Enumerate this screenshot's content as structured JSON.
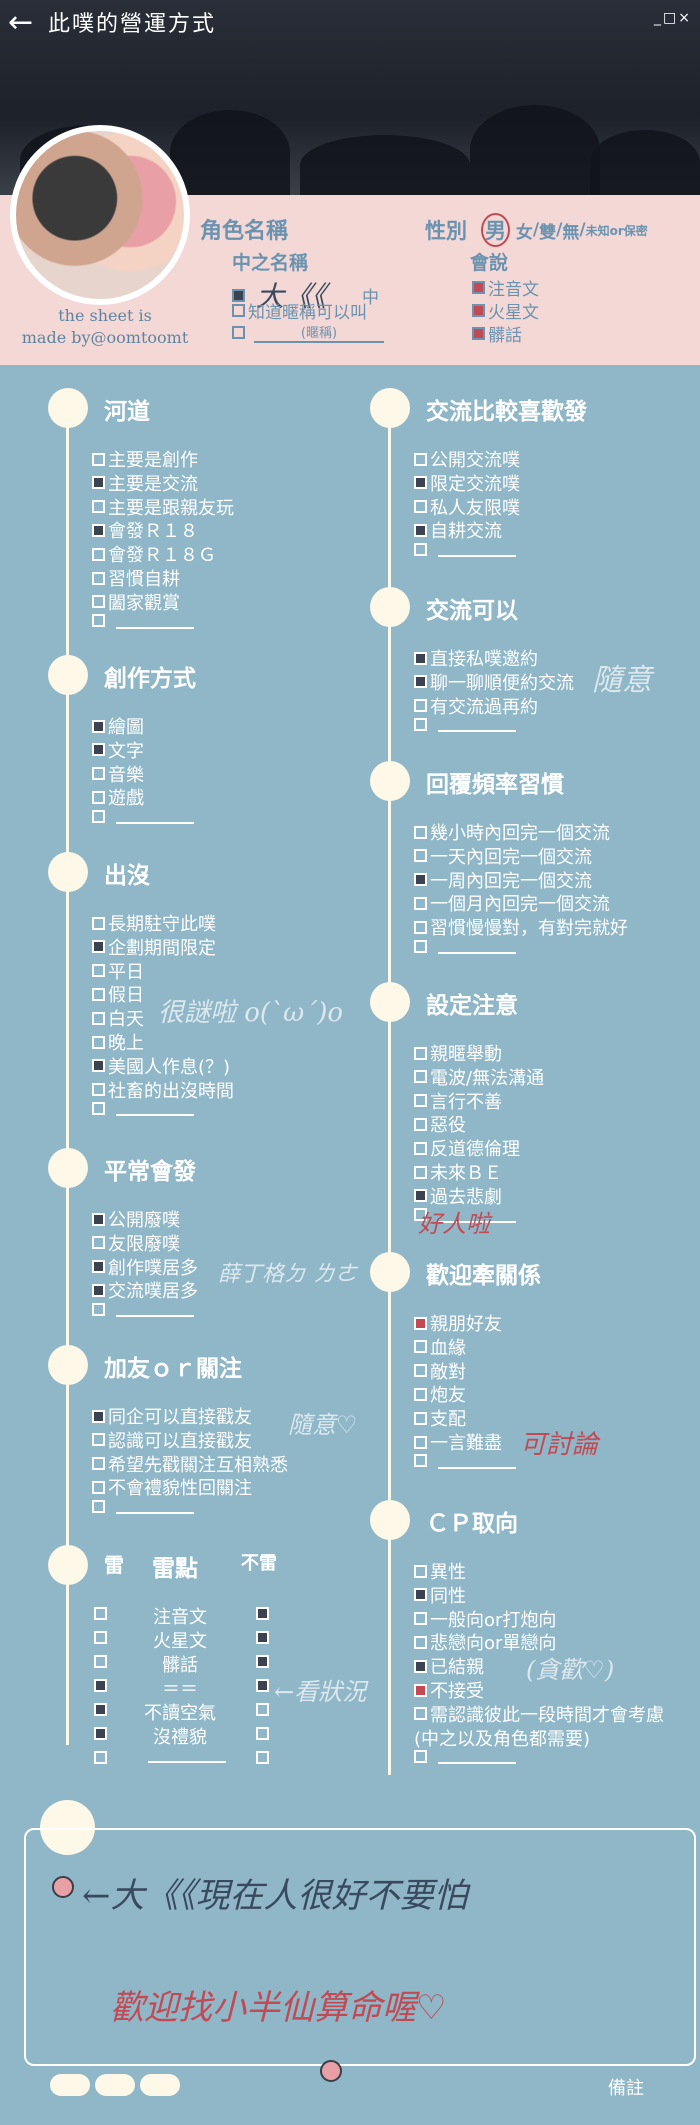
{
  "header": {
    "title": "此噗的營運方式",
    "window_controls": "_□×"
  },
  "profile": {
    "credit": [
      "the sheet is",
      "made by@oomtoomt"
    ],
    "role_name_label": "角色名稱",
    "nickname_label": "中之名稱",
    "nickname_handwritten": "大《《",
    "nickname_mid": "中",
    "nickname_option2": "知道暱稱可以叫",
    "nickname_option3": "(暱稱)",
    "gender_label": "性別",
    "gender_options": [
      "男",
      "女",
      "雙",
      "無"
    ],
    "gender_extra": "未知or保密",
    "speak_label": "會說",
    "speak_options": [
      "注音文",
      "火星文",
      "髒話"
    ]
  },
  "sections": {
    "hedao": {
      "title": "河道",
      "items": [
        {
          "label": "主要是創作",
          "state": "off"
        },
        {
          "label": "主要是交流",
          "state": "on"
        },
        {
          "label": "主要是跟親友玩",
          "state": "off"
        },
        {
          "label": "會發Ｒ１８",
          "state": "on"
        },
        {
          "label": "會發Ｒ１８Ｇ",
          "state": "off"
        },
        {
          "label": "習慣自耕",
          "state": "off"
        },
        {
          "label": "闔家觀賞",
          "state": "off"
        }
      ]
    },
    "creation": {
      "title": "創作方式",
      "items": [
        {
          "label": "繪圖",
          "state": "on"
        },
        {
          "label": "文字",
          "state": "on"
        },
        {
          "label": "音樂",
          "state": "off"
        },
        {
          "label": "遊戲",
          "state": "off"
        }
      ]
    },
    "presence": {
      "title": "出沒",
      "items": [
        {
          "label": "長期駐守此噗",
          "state": "off"
        },
        {
          "label": "企劃期間限定",
          "state": "on"
        },
        {
          "label": "平日",
          "state": "off"
        },
        {
          "label": "假日",
          "state": "off"
        },
        {
          "label": "白天",
          "state": "off"
        },
        {
          "label": "晚上",
          "state": "off"
        },
        {
          "label": "美國人作息(？)",
          "state": "on"
        },
        {
          "label": "社畜的出沒時間",
          "state": "off"
        }
      ],
      "note": "很謎啦 o(`ω´)o"
    },
    "usual": {
      "title": "平常會發",
      "items": [
        {
          "label": "公開廢噗",
          "state": "on"
        },
        {
          "label": "友限廢噗",
          "state": "off"
        },
        {
          "label": "創作噗居多",
          "state": "on"
        },
        {
          "label": "交流噗居多",
          "state": "on"
        }
      ],
      "note": "薛丁格ㄉ ㄌㄜ"
    },
    "friend": {
      "title": "加友ｏｒ關注",
      "items": [
        {
          "label": "同企可以直接戳友",
          "state": "on"
        },
        {
          "label": "認識可以直接戳友",
          "state": "off"
        },
        {
          "label": "希望先戳關注互相熟悉",
          "state": "off"
        },
        {
          "label": "不會禮貌性回關注",
          "state": "off"
        }
      ],
      "note": "隨意♡"
    },
    "landmine": {
      "title_left": "雷",
      "title_mid": "雷點",
      "title_right": "不雷",
      "rows": [
        {
          "label": "注音文",
          "left": "off",
          "right": "on"
        },
        {
          "label": "火星文",
          "left": "off",
          "right": "on"
        },
        {
          "label": "髒話",
          "left": "off",
          "right": "on"
        },
        {
          "label": "＝＝",
          "left": "on",
          "right": "on"
        },
        {
          "label": "不讀空氣",
          "left": "on",
          "right": "off"
        },
        {
          "label": "沒禮貌",
          "left": "on",
          "right": "off"
        }
      ],
      "note": "←看狀況"
    },
    "exchange": {
      "title": "交流比較喜歡發",
      "items": [
        {
          "label": "公開交流噗",
          "state": "off"
        },
        {
          "label": "限定交流噗",
          "state": "on"
        },
        {
          "label": "私人友限噗",
          "state": "off"
        },
        {
          "label": "自耕交流",
          "state": "on"
        }
      ]
    },
    "exchange_ok": {
      "title": "交流可以",
      "items": [
        {
          "label": "直接私噗邀約",
          "state": "on"
        },
        {
          "label": "聊一聊順便約交流",
          "state": "on"
        },
        {
          "label": "有交流過再約",
          "state": "off"
        }
      ],
      "note": "隨意"
    },
    "reply": {
      "title": "回覆頻率習慣",
      "items": [
        {
          "label": "幾小時內回完一個交流",
          "state": "off"
        },
        {
          "label": "一天內回完一個交流",
          "state": "off"
        },
        {
          "label": "一周內回完一個交流",
          "state": "on"
        },
        {
          "label": "一個月內回完一個交流",
          "state": "off"
        },
        {
          "label": "習慣慢慢對，有對完就好",
          "state": "off"
        }
      ]
    },
    "setting": {
      "title": "設定注意",
      "items": [
        {
          "label": "親暱舉動",
          "state": "off"
        },
        {
          "label": "電波/無法溝通",
          "state": "off"
        },
        {
          "label": "言行不善",
          "state": "off"
        },
        {
          "label": "惡役",
          "state": "off"
        },
        {
          "label": "反道德倫理",
          "state": "off"
        },
        {
          "label": "未來ＢＥ",
          "state": "off"
        },
        {
          "label": "過去悲劇",
          "state": "on"
        }
      ],
      "note": "好人啦"
    },
    "relation": {
      "title": "歡迎牽關係",
      "items": [
        {
          "label": "親朋好友",
          "state": "red"
        },
        {
          "label": "血緣",
          "state": "off"
        },
        {
          "label": "敵對",
          "state": "off"
        },
        {
          "label": "炮友",
          "state": "off"
        },
        {
          "label": "支配",
          "state": "off"
        },
        {
          "label": "一言難盡",
          "state": "off"
        }
      ],
      "note": "可討論"
    },
    "cp": {
      "title": "ＣＰ取向",
      "items": [
        {
          "label": "異性",
          "state": "off"
        },
        {
          "label": "同性",
          "state": "on"
        },
        {
          "label": "一般向or打炮向",
          "state": "off"
        },
        {
          "label": "悲戀向or單戀向",
          "state": "off"
        },
        {
          "label": "已結親",
          "state": "on"
        },
        {
          "label": "不接受",
          "state": "red"
        },
        {
          "label": "需認識彼此一段時間才會考慮",
          "state": "off"
        }
      ],
      "extra": "(中之以及角色都需要)",
      "note": "(貪歡♡)"
    }
  },
  "memo": {
    "line1": "←大《《現在人很好不要怕",
    "line2": "歡迎找小半仙算命喔♡",
    "label": "備註"
  },
  "colors": {
    "accent_red": "#c24a55",
    "panel": "#8fb7c7",
    "cream": "#fdf8e8",
    "profile_pink": "#f3d8d6"
  }
}
